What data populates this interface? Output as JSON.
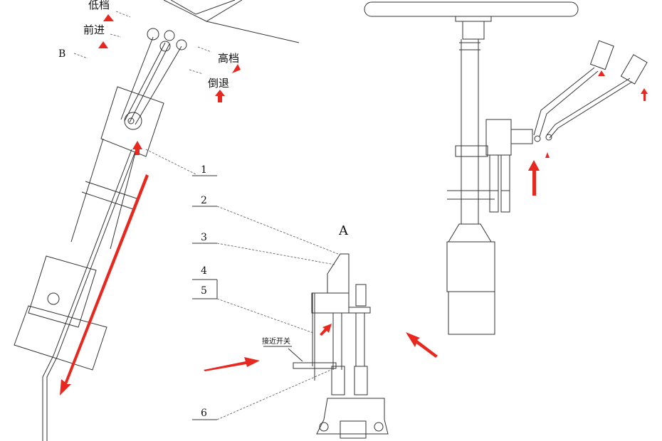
{
  "labels": {
    "low_gear": "低档",
    "forward": "前进",
    "view_b": "B",
    "high_gear": "高档",
    "reverse": "倒退",
    "view_a": "A",
    "proximity_switch": "接近开关"
  },
  "callouts": [
    "1",
    "2",
    "3",
    "4",
    "5",
    "6"
  ],
  "colors": {
    "arrow": "#e8271f",
    "line": "#333333"
  }
}
